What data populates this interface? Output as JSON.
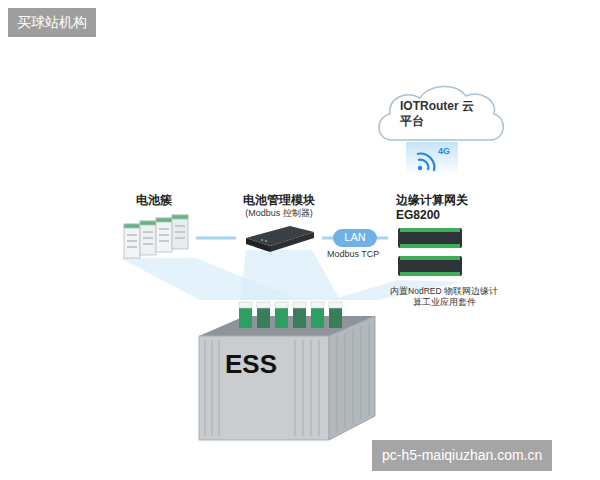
{
  "diagram": {
    "nodes": [
      {
        "text": [
          "IOTRouter 云平台"
        ]
      },
      {
        "text": [
          "电池簇"
        ]
      },
      {
        "text": [
          "电池管理模块",
          "(Modbus 控制器)"
        ]
      },
      {
        "text": [
          "边缘计算网关 EG8200",
          "内置NodRED 物联网边缘计算工业应用套件"
        ]
      },
      {
        "text": [
          "ESS"
        ]
      }
    ],
    "edges": [
      {
        "from": 1,
        "to": 2,
        "arrow": "none"
      },
      {
        "from": 2,
        "to": 3,
        "label": "LAN",
        "arrow": "none"
      }
    ],
    "labels": [
      "买球站机构",
      "4G",
      "Modbus TCP",
      "pc-h5-maiqiuzhan.com.cn"
    ]
  }
}
